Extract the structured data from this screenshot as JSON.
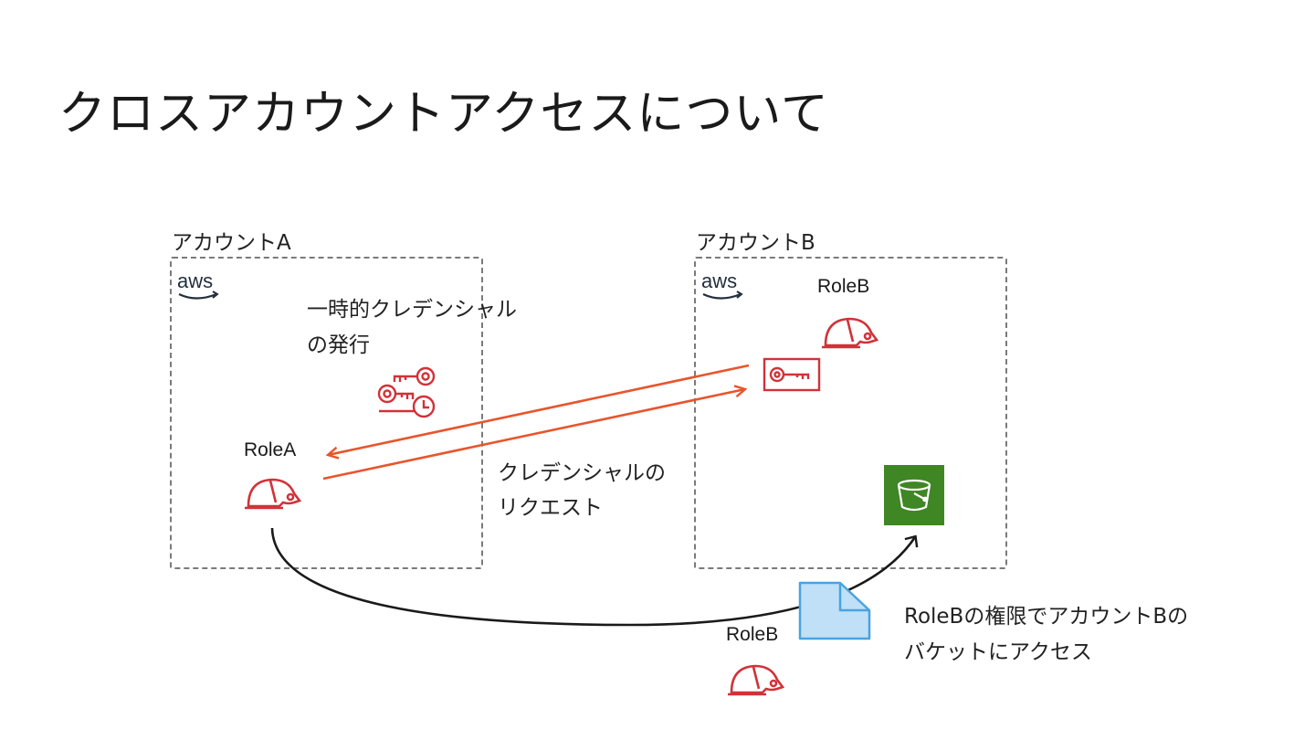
{
  "title": "クロスアカウントアクセスについて",
  "account_a": {
    "label": "アカウントA",
    "logo": "aws-logo",
    "note_line1": "一時的クレデンシャル",
    "note_line2": "の発行",
    "role_label": "RoleA"
  },
  "account_b": {
    "label": "アカウントB",
    "logo": "aws-logo",
    "role_label": "RoleB"
  },
  "request_note": {
    "line1": "クレデンシャルの",
    "line2": "リクエスト"
  },
  "assumed_role_label": "RoleB",
  "access_note": {
    "line1": "RoleBの権限でアカウントBの",
    "line2": "バケットにアクセス"
  },
  "icons": {
    "role": "role-helmet-icon",
    "temp_credentials": "temporary-credentials-icon",
    "credential_key": "credential-key-icon",
    "bucket": "s3-bucket-icon",
    "document": "document-icon"
  },
  "colors": {
    "role_red": "#d13239",
    "arrow_orange": "#e8552c",
    "bucket_green": "#3f8624",
    "doc_blue": "#bfe0f7",
    "doc_border": "#4aa3df",
    "dashed_border": "#7a7a7a"
  }
}
